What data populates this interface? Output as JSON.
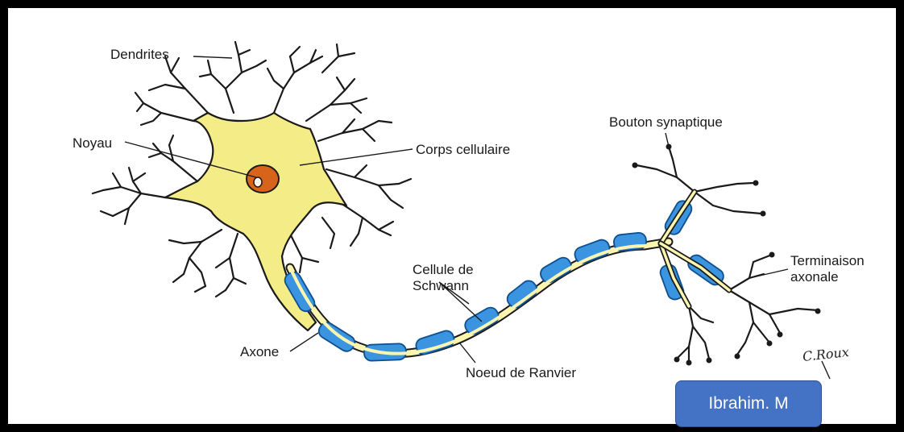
{
  "labels": {
    "dendrites": "Dendrites",
    "noyau": "Noyau",
    "corps_cellulaire": "Corps cellulaire",
    "bouton_synaptique": "Bouton synaptique",
    "cellule_schwann": "Cellule de\nSchwann",
    "terminaison_axonale": "Terminaison\naxonale",
    "axone": "Axone",
    "noeud_ranvier": "Noeud de Ranvier"
  },
  "signature": "C.Roux",
  "credit": "Ibrahim. M",
  "colors": {
    "cell_body": "#f4ec86",
    "axon_core": "#fbf5b0",
    "myelin": "#3a94e0",
    "myelin_dark": "#0f4f8f",
    "nucleus": "#d8641c",
    "outline": "#1a1a1a",
    "credit_bg": "#4472c4"
  }
}
